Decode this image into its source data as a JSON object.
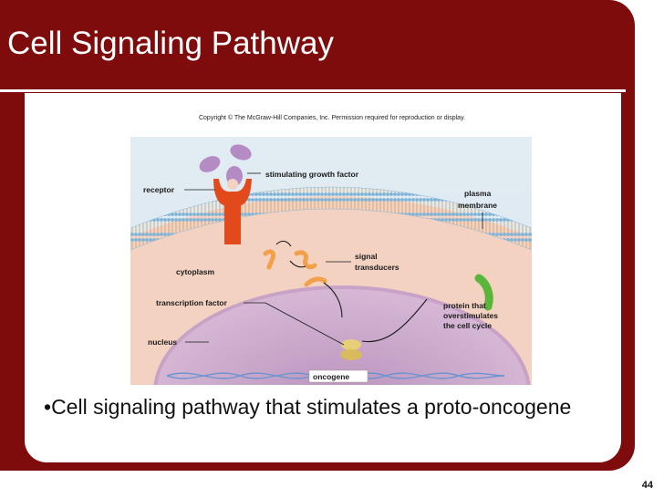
{
  "slide": {
    "title": "Cell Signaling Pathway",
    "copyright": "Copyright © The McGraw-Hill Companies, Inc. Permission required for reproduction or display.",
    "bullet_marker": "•",
    "bullet": "Cell signaling pathway that stimulates a proto-oncogene",
    "page_number": "44"
  },
  "figure": {
    "labels": {
      "stimulating_growth_factor": "stimulating growth factor",
      "receptor": "receptor",
      "plasma_line1": "plasma",
      "plasma_line2": "membrane",
      "signal_line1": "signal",
      "signal_line2": "transducers",
      "cytoplasm": "cytoplasm",
      "transcription_factor": "transcription factor",
      "protein_line1": "protein that",
      "protein_line2": "overstimulates",
      "protein_line3": "the cell cycle",
      "nucleus": "nucleus",
      "oncogene": "oncogene"
    },
    "colors": {
      "frame": "#7f0c0c",
      "growth_factor": "#b58bc6",
      "receptor": "#e24a1c",
      "transducer": "#f2a04a",
      "protein": "#5ab63a",
      "transcription_factor": "#e7cf7a",
      "nucleus": "#c9a8cb",
      "cytoplasm": "#f3d2c2",
      "dna": "#7fa7d6"
    }
  }
}
